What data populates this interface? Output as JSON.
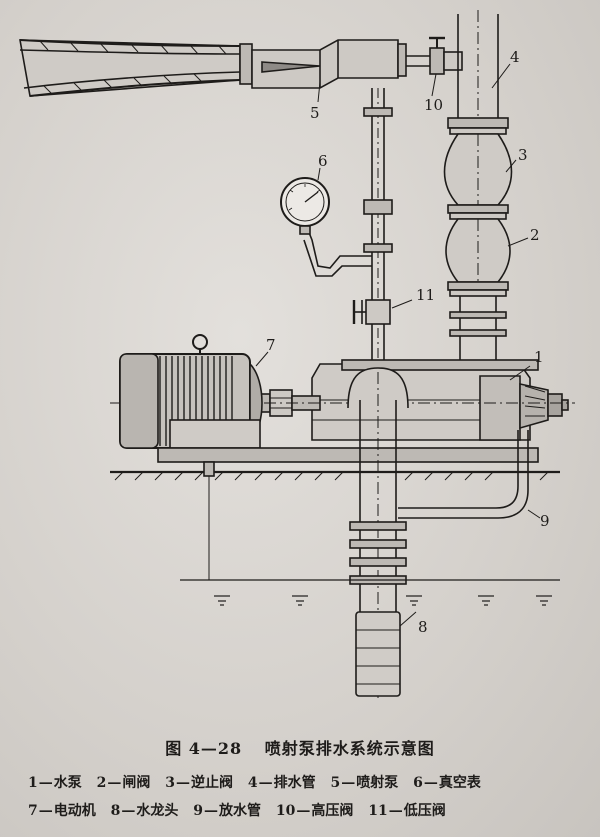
{
  "caption": {
    "figure_number": "图 4—28",
    "title": "喷射泵排水系统示意图"
  },
  "diagram_labels": [
    "1",
    "2",
    "3",
    "4",
    "5",
    "6",
    "7",
    "8",
    "9",
    "10",
    "11"
  ],
  "legend_row1": [
    {
      "num": "1",
      "name": "水泵"
    },
    {
      "num": "2",
      "name": "闸阀"
    },
    {
      "num": "3",
      "name": "逆止阀"
    },
    {
      "num": "4",
      "name": "排水管"
    },
    {
      "num": "5",
      "name": "喷射泵"
    },
    {
      "num": "6",
      "name": "真空表"
    }
  ],
  "legend_row2": [
    {
      "num": "7",
      "name": "电动机"
    },
    {
      "num": "8",
      "name": "水龙头"
    },
    {
      "num": "9",
      "name": "放水管"
    },
    {
      "num": "10",
      "name": "高压阀"
    },
    {
      "num": "11",
      "name": "低压阀"
    }
  ],
  "colors": {
    "ink": "#1e1c1a",
    "paper": "#dcd8d3"
  }
}
